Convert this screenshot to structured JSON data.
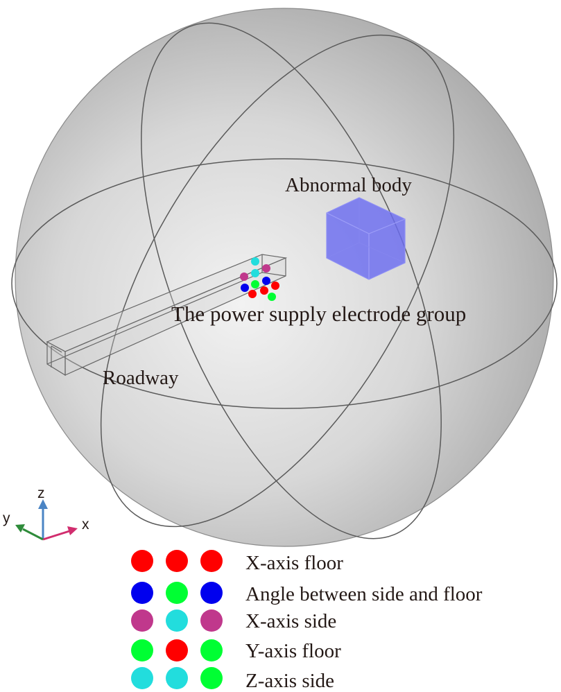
{
  "labels": {
    "abnormal_body": "Abnormal body",
    "electrode_group": "The power supply electrode group",
    "roadway": "Roadway"
  },
  "axes": {
    "z": "z",
    "y": "y",
    "x": "x"
  },
  "colors": {
    "red": "#ff0000",
    "blue": "#0000ee",
    "green": "#00ff33",
    "magenta": "#c0388c",
    "cyan": "#22dddd",
    "cube": "#6b6cf0",
    "axis_x": "#d12d6e",
    "axis_y": "#2e8b3a",
    "axis_z": "#4a84c4"
  },
  "electrode_group": [
    "cyan",
    "magenta",
    "cyan",
    "magenta",
    "blue",
    "green",
    "blue",
    "red",
    "red",
    "red",
    "green"
  ],
  "legend": [
    {
      "dots": [
        "red",
        "red",
        "red"
      ],
      "label": "X-axis floor"
    },
    {
      "dots": [
        "blue",
        "green",
        "blue"
      ],
      "label": "Angle between side and floor"
    },
    {
      "dots": [
        "magenta",
        "cyan",
        "magenta"
      ],
      "label": "X-axis side"
    },
    {
      "dots": [
        "green",
        "red",
        "green"
      ],
      "label": "Y-axis floor"
    },
    {
      "dots": [
        "cyan",
        "cyan",
        "green"
      ],
      "label": "Z-axis side"
    }
  ]
}
